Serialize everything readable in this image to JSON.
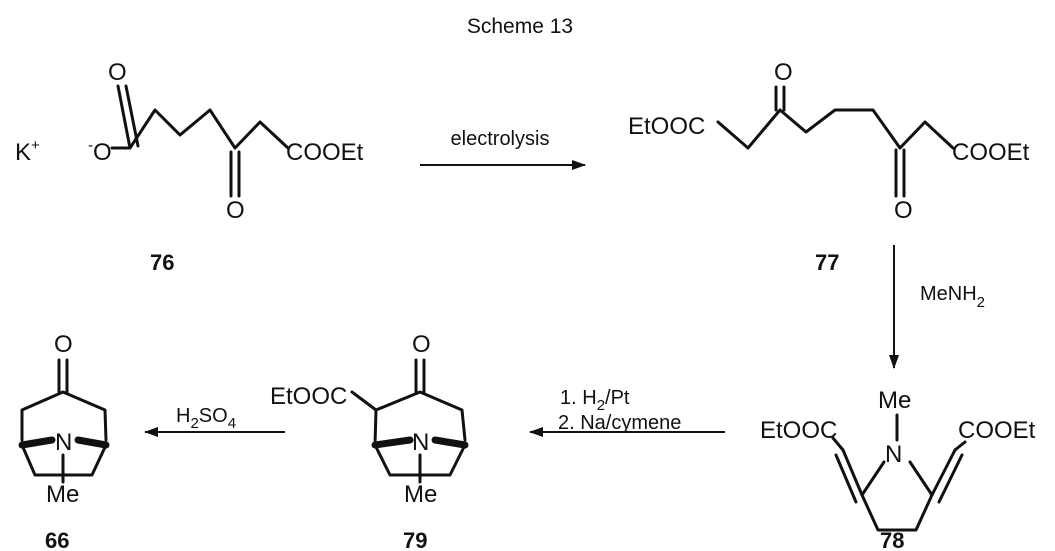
{
  "scheme_title": "Scheme 13",
  "compounds": {
    "c76": {
      "number": "76",
      "potassium": "K",
      "potassium_charge": "+",
      "carboxylate_charge": "-",
      "carboxylate_O": "O",
      "carbonyl_O_top": "O",
      "keto_O": "O",
      "ester": "COOEt"
    },
    "c77": {
      "number": "77",
      "ester_left": "EtOOC",
      "keto_O_top": "O",
      "keto_O_bottom": "O",
      "ester_right": "COOEt"
    },
    "c78": {
      "number": "78",
      "ester_left": "EtOOC",
      "methyl": "Me",
      "nitrogen": "N",
      "ester_right": "COOEt"
    },
    "c79": {
      "number": "79",
      "ester": "EtOOC",
      "keto_O": "O",
      "nitrogen": "N",
      "methyl": "Me"
    },
    "c66": {
      "number": "66",
      "keto_O": "O",
      "nitrogen": "N",
      "methyl": "Me"
    }
  },
  "arrows": {
    "a1": {
      "label": "electrolysis"
    },
    "a2": {
      "label_main": "MeNH",
      "label_sub": "2"
    },
    "a3": {
      "line1": "1. H",
      "line1_sub": "2",
      "line1_tail": "/Pt",
      "line2": "2. Na/cymene"
    },
    "a4": {
      "label_main": "H",
      "label_sub": "2",
      "label_tail": "SO",
      "label_sub2": "4"
    }
  }
}
